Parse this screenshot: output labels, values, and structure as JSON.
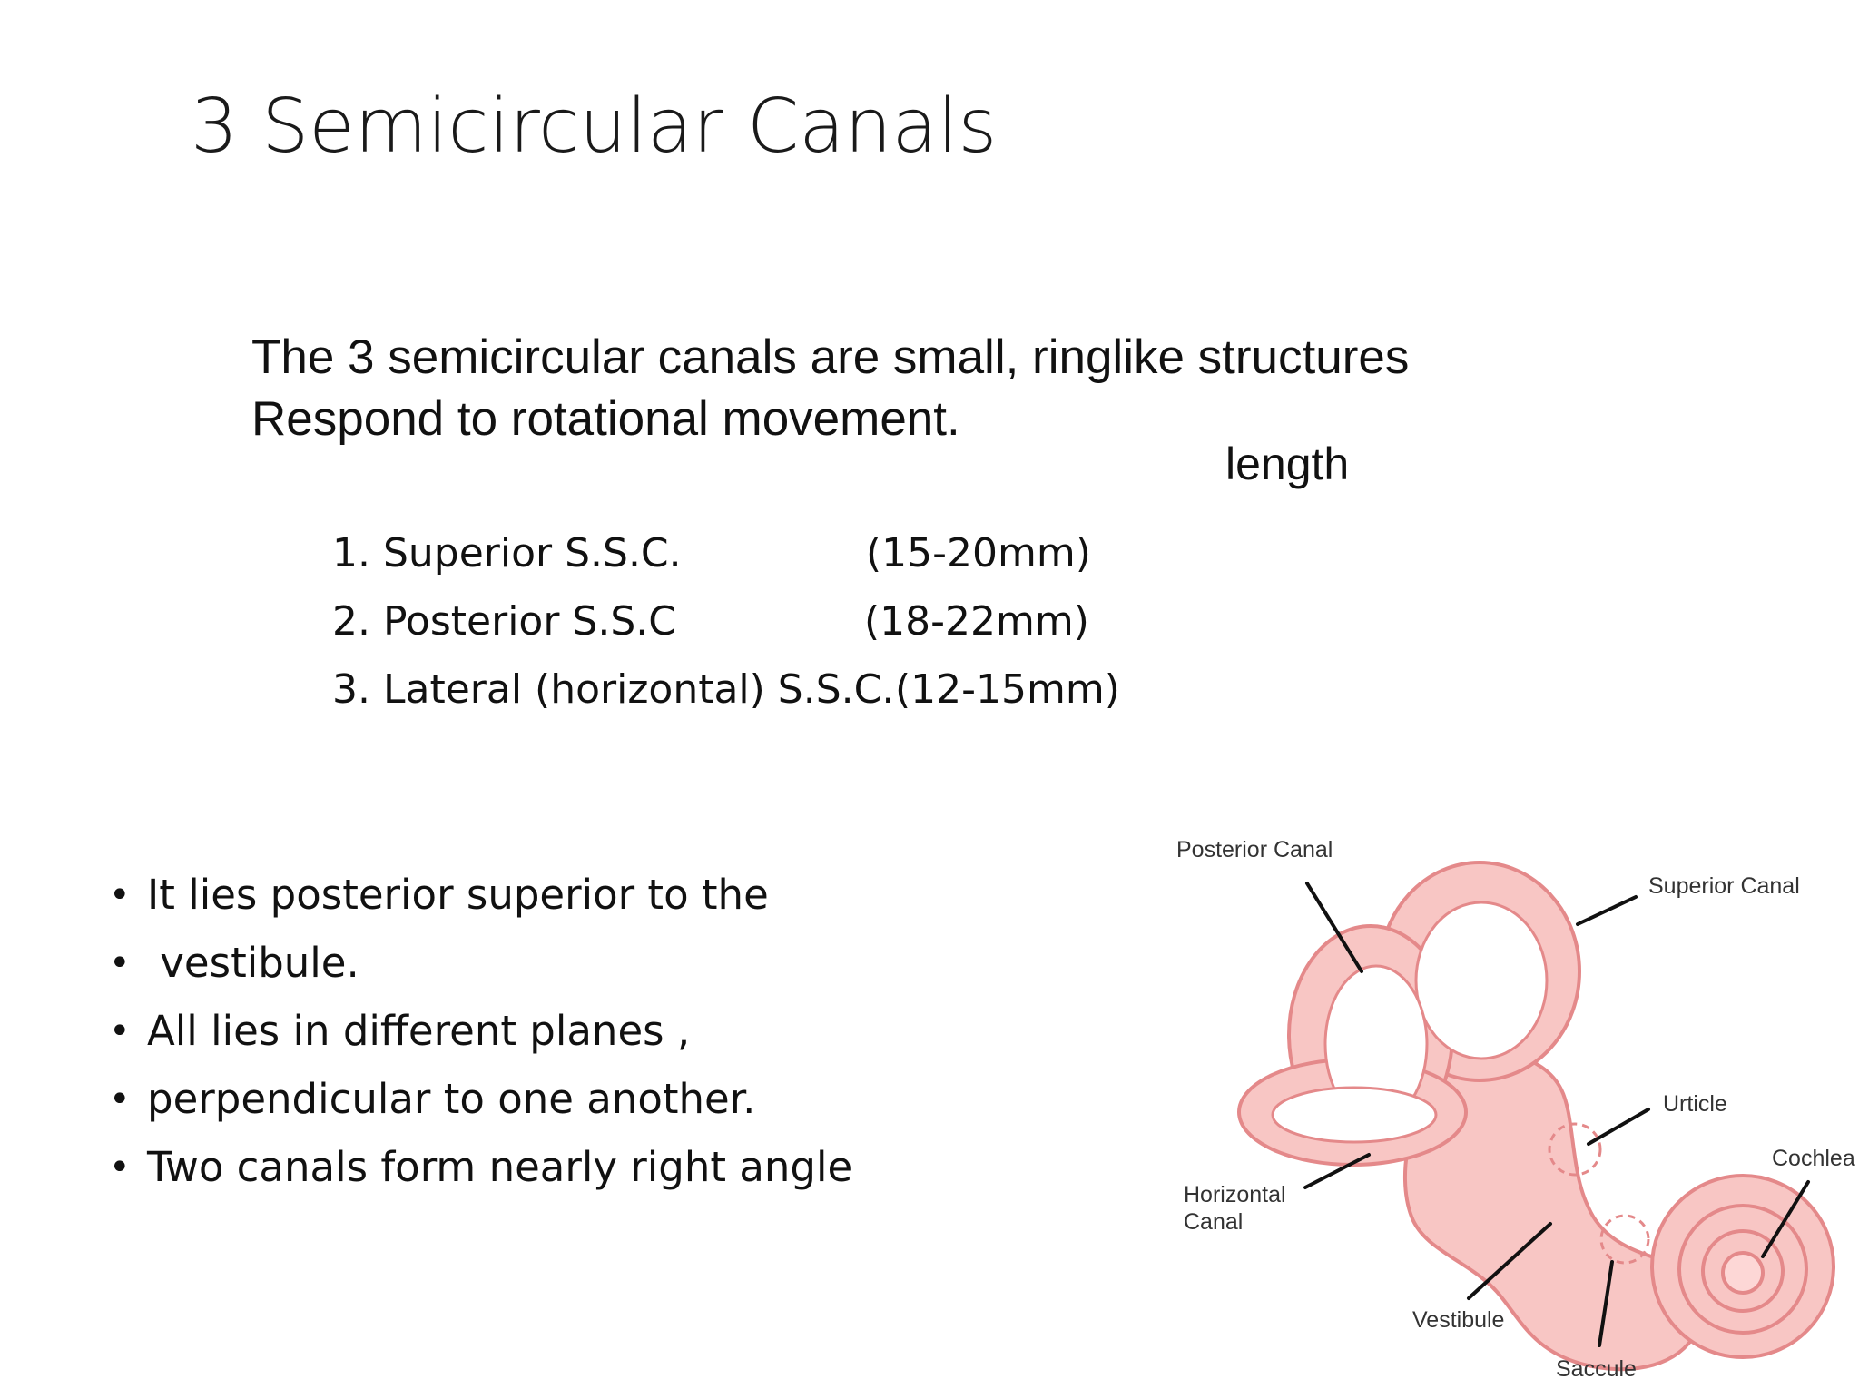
{
  "slide": {
    "title": "3 Semicircular Canals",
    "intro_lines": [
      "The 3 semicircular canals are small, ringlike structures",
      "Respond to rotational movement."
    ],
    "length_label": "length",
    "canals": [
      {
        "name": "1. Superior S.S.C.",
        "length": "(15-20mm)"
      },
      {
        "name": "2. Posterior  S.S.C",
        "length": "(18-22mm)"
      },
      {
        "name": "3. Lateral (horizontal) S.S.C.",
        "length": "(12-15mm)"
      }
    ],
    "bullets": [
      "It lies posterior superior to the",
      " vestibule.",
      "All lies in different planes ,",
      "perpendicular to one another.",
      "Two canals form nearly right angle"
    ]
  },
  "diagram": {
    "labels": {
      "posterior_canal": "Posterior Canal",
      "superior_canal": "Superior Canal",
      "utricle": "Urticle",
      "cochlea": "Cochlea",
      "horizontal_canal_line1": "Horizontal",
      "horizontal_canal_line2": "Canal",
      "vestibule": "Vestibule",
      "saccule": "Saccule"
    },
    "colors": {
      "tissue_fill": "#f8c6c4",
      "tissue_stroke": "#e4898a",
      "leader_line": "#111111"
    }
  }
}
